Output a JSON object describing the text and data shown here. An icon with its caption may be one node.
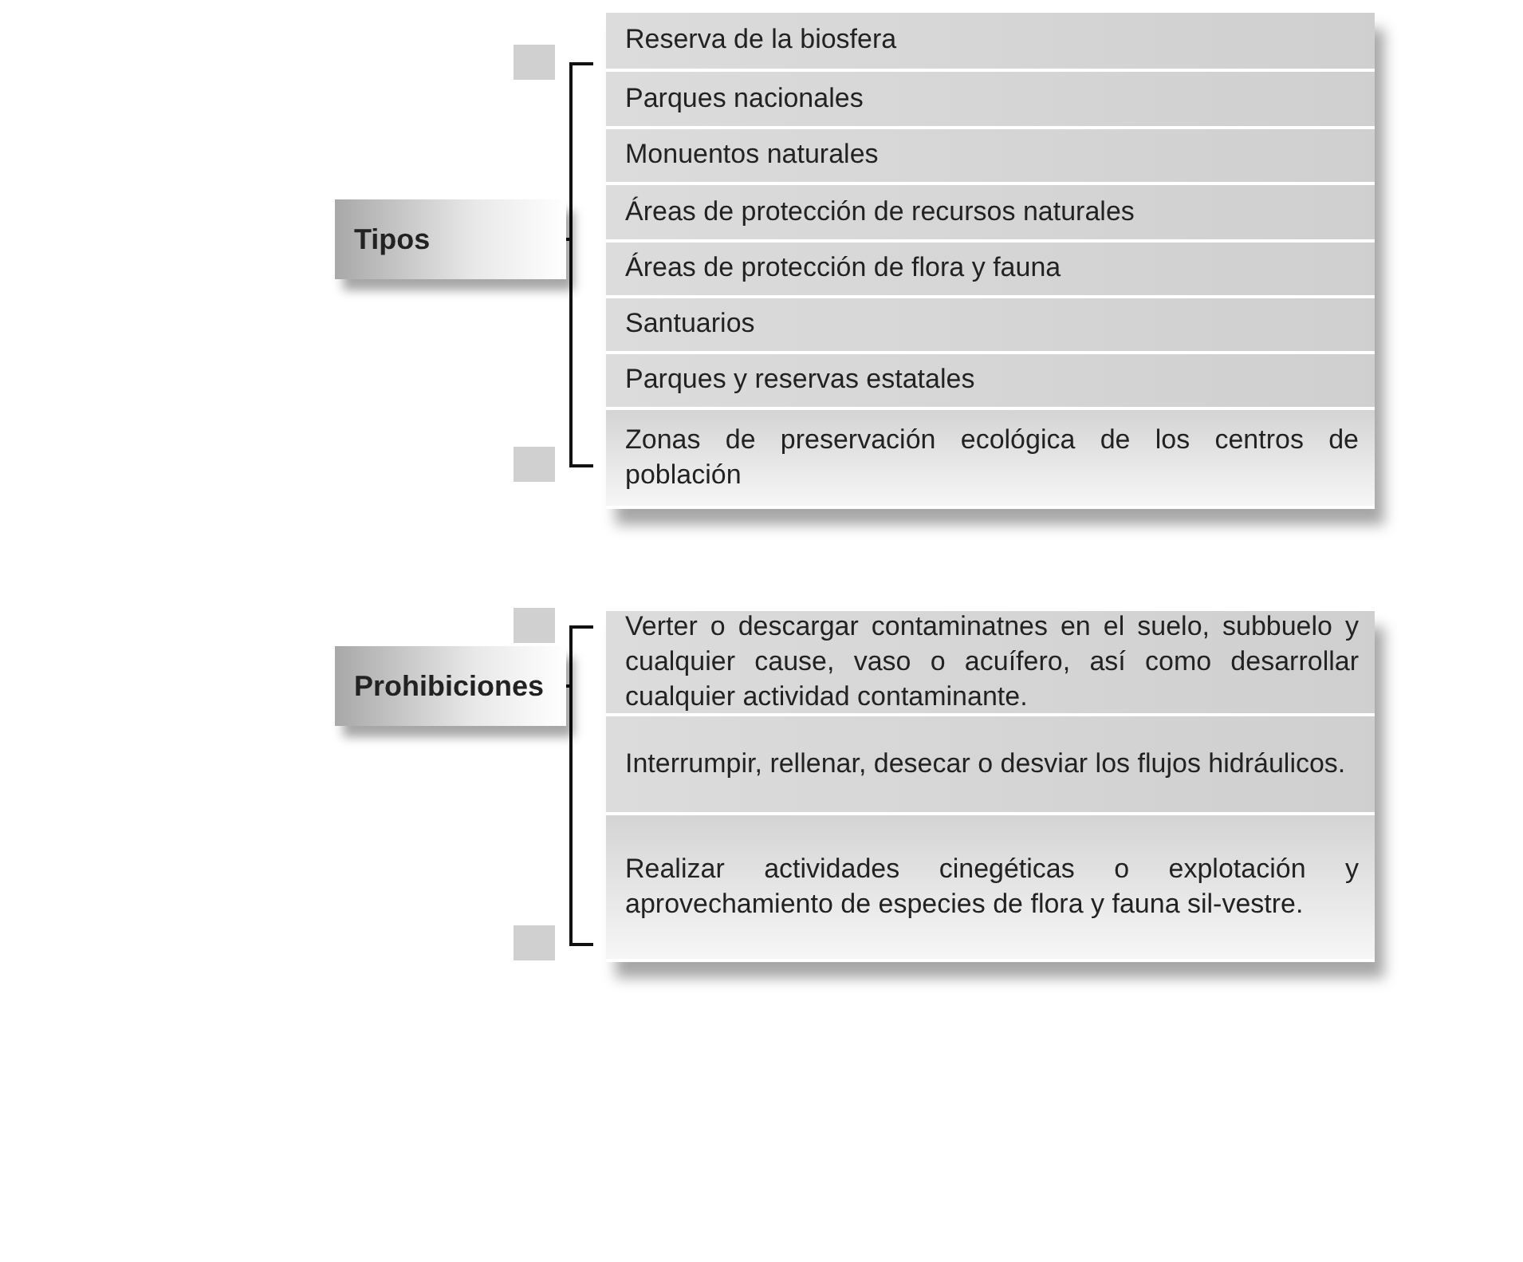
{
  "diagram": {
    "nodes": [
      {
        "text": [
          "Tipos"
        ]
      },
      {
        "text": [
          "Reserva de la biosfera"
        ]
      },
      {
        "text": [
          "Parques nacionales"
        ]
      },
      {
        "text": [
          "Monuentos naturales"
        ]
      },
      {
        "text": [
          "Áreas de protección de recursos naturales"
        ]
      },
      {
        "text": [
          "Áreas de protección de flora y fauna"
        ]
      },
      {
        "text": [
          "Santuarios"
        ]
      },
      {
        "text": [
          "Parques y reservas estatales"
        ]
      },
      {
        "text": [
          "Zonas de preservación ecológica de los centros de población"
        ]
      },
      {
        "text": [
          "Prohibiciones"
        ]
      },
      {
        "text": [
          "Verter o descargar contaminatnes en el suelo, subbuelo y cualquier cause, vaso o acuífero, así como desarrollar cualquier actividad contaminante."
        ]
      },
      {
        "text": [
          "Interrumpir, rellenar, desecar o desviar los flujos hidráulicos."
        ]
      },
      {
        "text": [
          "Realizar actividades cinegéticas o explotación y aprovechamiento de especies de flora y fauna sil-vestre."
        ]
      }
    ],
    "edges": [
      {
        "from": 0,
        "to": 1,
        "arrow": "none"
      },
      {
        "from": 0,
        "to": 8,
        "arrow": "none"
      },
      {
        "from": 9,
        "to": 10,
        "arrow": "none"
      },
      {
        "from": 9,
        "to": 12,
        "arrow": "none"
      }
    ]
  }
}
